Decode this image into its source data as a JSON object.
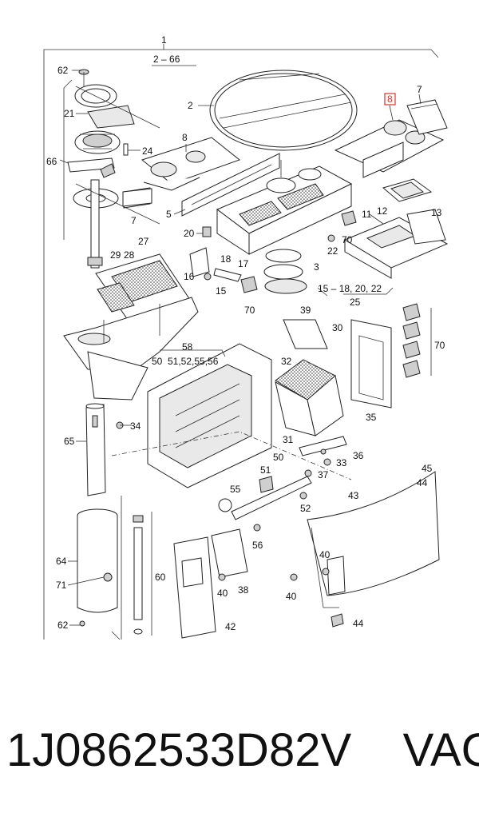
{
  "footer": {
    "part_code": "1J0862533D82V",
    "brand": "VAG"
  },
  "callouts": {
    "top_1": "1",
    "top_range": "2 – 66",
    "c62a": "62",
    "c21": "21",
    "c24": "24",
    "c66": "66",
    "c7a": "7",
    "c2": "2",
    "c8a": "8",
    "c8b": "8",
    "c7b": "7",
    "c5": "5",
    "c11": "11",
    "c12": "12",
    "c13": "13",
    "c20": "20",
    "c18": "18",
    "c22": "22",
    "c70a": "70",
    "c27": "27",
    "c29": "29",
    "c28": "28",
    "c16": "16",
    "c17": "17",
    "c15": "15",
    "c3": "3",
    "c70b": "70",
    "range_15_22": "15 – 18, 20, 22",
    "c25": "25",
    "c39": "39",
    "c30": "30",
    "c70c": "70",
    "c58": "58",
    "c50a": "50",
    "c51_56": "51,52,55,56",
    "c32": "32",
    "c35": "35",
    "c34": "34",
    "c65": "65",
    "c31": "31",
    "c36": "36",
    "c33": "33",
    "c50b": "50",
    "c51": "51",
    "c37": "37",
    "c45": "45",
    "c44a": "44",
    "c55": "55",
    "c52": "52",
    "c43": "43",
    "c56": "56",
    "c64": "64",
    "c60": "60",
    "c71": "71",
    "c40a": "40",
    "c38": "38",
    "c40b": "40",
    "c40c": "40",
    "c42": "42",
    "c62b": "62",
    "c44b": "44"
  },
  "highlight_color": "#e03030"
}
